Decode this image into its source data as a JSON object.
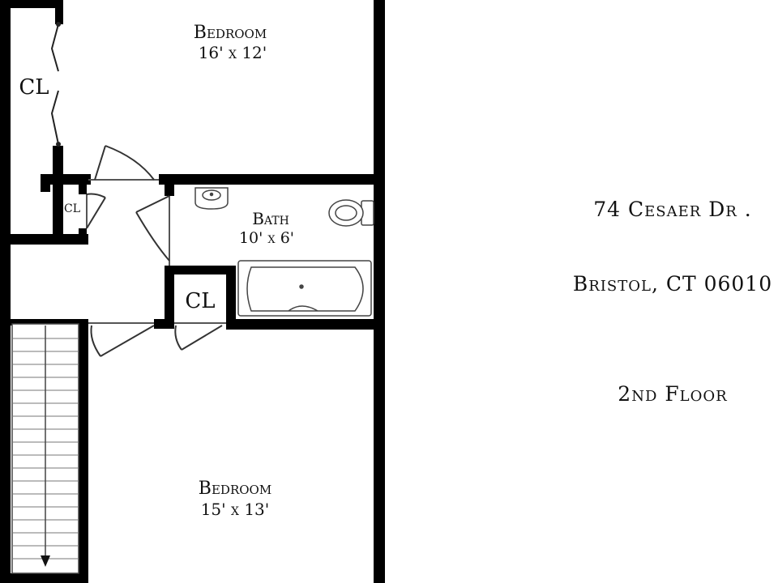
{
  "rooms": {
    "bedroom_top": {
      "name": "Bedroom",
      "size": "16' x 12'"
    },
    "bath": {
      "name": "Bath",
      "size": "10' x 6'"
    },
    "bedroom_bottom": {
      "name": "Bedroom",
      "size": "15' x 13'"
    },
    "closet_large": {
      "name": "CL"
    },
    "closet_small": {
      "name": "CL"
    },
    "closet_hall": {
      "name": "CL"
    }
  },
  "property": {
    "street": "74 Cesaer Dr .",
    "city": "Bristol, CT 06010",
    "floor": "2nd Floor"
  }
}
